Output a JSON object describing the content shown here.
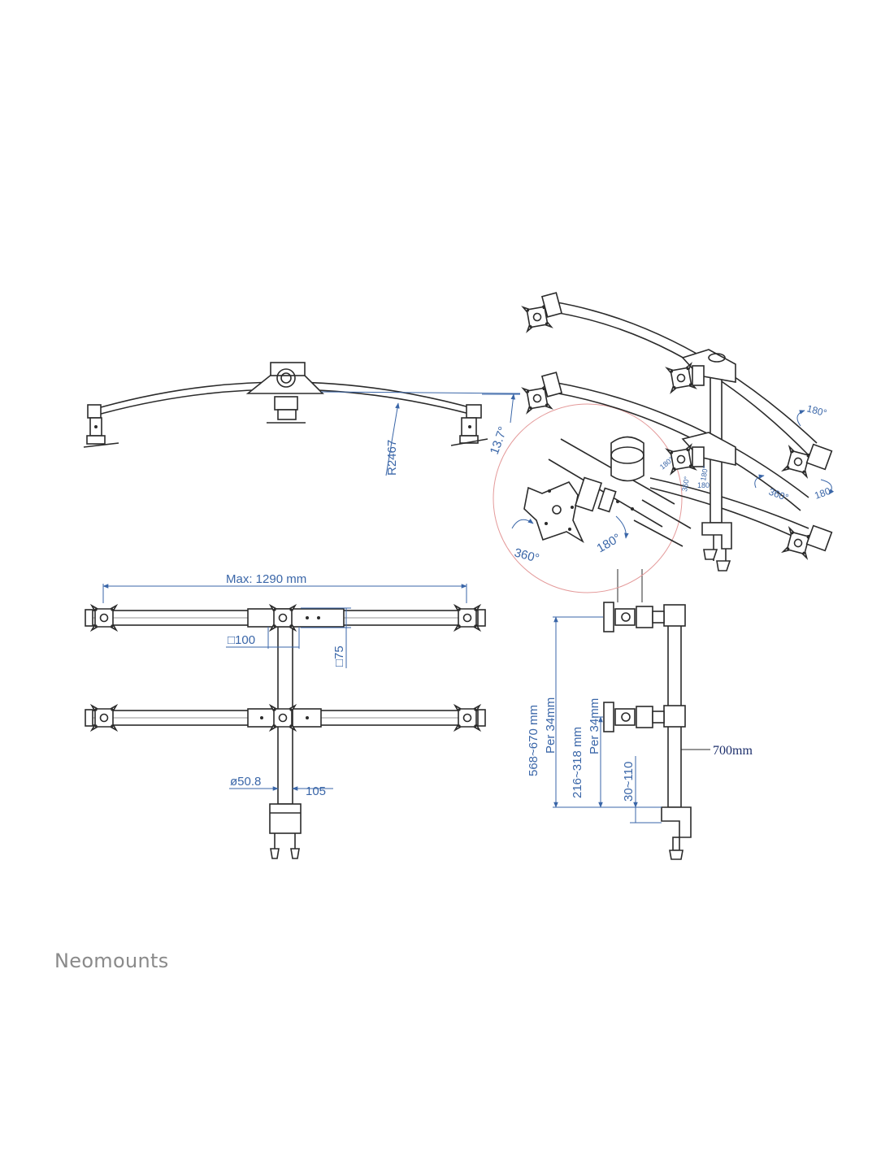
{
  "brand": {
    "name": "Neomounts"
  },
  "colors": {
    "dimension": "#3a66a8",
    "line": "#2b2b2b",
    "detail_circle": "#e49a9a",
    "height_label": "#1d2f6b",
    "brand_text": "#8a8a8a"
  },
  "top_view": {
    "radius_label": "R2467",
    "angle_label": "13.7°"
  },
  "front_view": {
    "max_width_label": "Max: 1290 mm",
    "vesa_width_label": "□100",
    "vesa_height_label": "□75",
    "pole_diameter_label": "ø50.8",
    "clamp_label": "105"
  },
  "side_view": {
    "total_range_label": "568~670 mm",
    "total_step_label": "Per 34mm",
    "lower_range_label": "216~318 mm",
    "lower_step_label": "Per 34mm",
    "clamp_range_label": "30~110",
    "pole_height_label": "700mm"
  },
  "rotation": {
    "tilt_label": "180°",
    "swivel_label": "180",
    "rotate_label": "360°",
    "small_a": "180°",
    "small_b": "180°",
    "small_c": "360°",
    "small_d": "180",
    "detail_rotate": "360°",
    "detail_tilt": "180°"
  }
}
